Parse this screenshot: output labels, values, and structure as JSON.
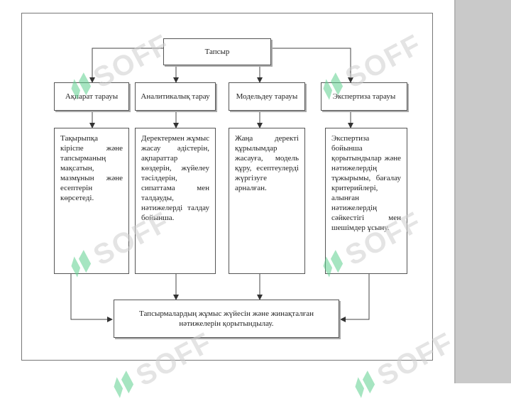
{
  "diagram": {
    "top": "Тапсыр",
    "columns": [
      {
        "header": "Ақпарат тарауы",
        "desc": "Тақырыпқа кіріспе және тапсырманың мақсатын, мазмұнын және есептерін көрсетеді."
      },
      {
        "header": "Аналитикалық тарау",
        "desc": "Деректермен жұмыс жасау әдістерін, ақпараттар көздерін, жүйелеу тәсілдерін, сипаттама мен талдауды, нәтижелерді талдау бойынша."
      },
      {
        "header": "Модельдеу тарауы",
        "desc": "Жаңа деректі құрылымдар жасауға, модель құру, есептеулерді жүргізуге арналған."
      },
      {
        "header": "Экспертиза тарауы",
        "desc": "Экспертиза бойынша қорытындылар және нәтижелердің тұжырымы, бағалау критерийлері, алынған нәтижелердің сәйкестігі мен шешімдер ұсыну."
      }
    ],
    "bottom": "Тапсырмалардың жұмыс жүйесін және жинақталған нәтижелерін қорытындылау."
  },
  "watermark": {
    "text": "SOFF",
    "mark_color": "#5fd08f",
    "text_color": "#cfcfcf"
  }
}
